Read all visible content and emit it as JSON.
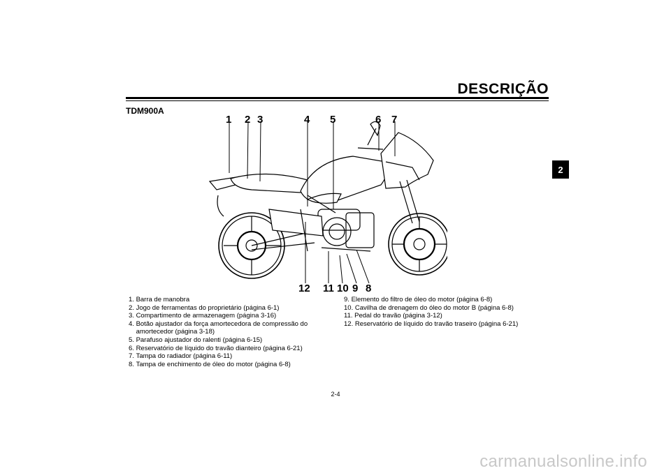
{
  "header": {
    "title": "DESCRIÇÃO",
    "chapter_tab": "2"
  },
  "model": "TDM900A",
  "figure": {
    "callouts_top": [
      "1",
      "2",
      "3",
      "4",
      "5",
      "6",
      "7"
    ],
    "callouts_bottom": [
      "12",
      "11",
      "10",
      "9",
      "8"
    ]
  },
  "legend_left": [
    {
      "num": "1. ",
      "text": "Barra de manobra"
    },
    {
      "num": "2. ",
      "text": "Jogo de ferramentas do proprietário (página 6-1)"
    },
    {
      "num": "3. ",
      "text": "Compartimento de armazenagem (página 3-16)"
    },
    {
      "num": "4. ",
      "text": "Botão ajustador da força amortecedora de compressão do amortecedor (página 3-18)"
    },
    {
      "num": "5. ",
      "text": "Parafuso ajustador do ralenti (página 6-15)"
    },
    {
      "num": "6. ",
      "text": "Reservatório de líquido do travão dianteiro (página 6-21)"
    },
    {
      "num": "7. ",
      "text": "Tampa do radiador (página 6-11)"
    },
    {
      "num": "8. ",
      "text": "Tampa de enchimento de óleo do motor (página 6-8)"
    }
  ],
  "legend_right": [
    {
      "num": "9. ",
      "text": "Elemento do filtro de óleo do motor (página 6-8)"
    },
    {
      "num": "10. ",
      "text": "Cavilha de drenagem do óleo do motor B (página 6-8)"
    },
    {
      "num": "11. ",
      "text": "Pedal do travão (página 3-12)"
    },
    {
      "num": "12. ",
      "text": "Reservatório de líquido do travão traseiro (página 6-21)"
    }
  ],
  "page_number": "2-4",
  "watermark": "carmanualsonline.info"
}
